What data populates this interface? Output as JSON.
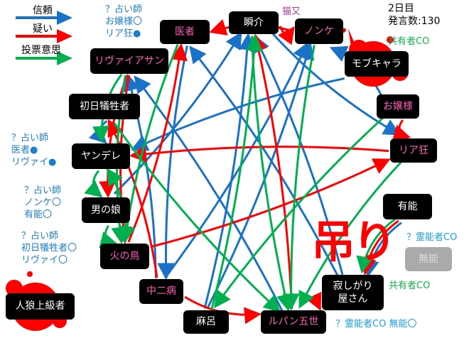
{
  "legend": [
    {
      "label": "信頼",
      "color": "#1a72c8"
    },
    {
      "label": "疑い",
      "color": "#ff0000"
    },
    {
      "label": "投票意思",
      "color": "#00b050"
    }
  ],
  "status": {
    "day": "2日目",
    "posts": "発言数:130"
  },
  "nodes": [
    {
      "id": "isha",
      "label": "医者",
      "style": "pink"
    },
    {
      "id": "shunsuke",
      "label": "瞬介",
      "style": "white"
    },
    {
      "id": "nonke",
      "label": "ノンケ",
      "style": "pink"
    },
    {
      "id": "leviathan",
      "label": "リヴァイアサン",
      "style": "pink"
    },
    {
      "id": "mob",
      "label": "モブキャラ",
      "style": "white"
    },
    {
      "id": "shonichi",
      "label": "初日犠牲者",
      "style": "white"
    },
    {
      "id": "ojou",
      "label": "お嬢様",
      "style": "pink"
    },
    {
      "id": "yandere",
      "label": "ヤンデレ",
      "style": "white"
    },
    {
      "id": "riakyou",
      "label": "リア狂",
      "style": "pink"
    },
    {
      "id": "otokonoko",
      "label": "男の娘",
      "style": "white"
    },
    {
      "id": "yuunou",
      "label": "有能",
      "style": "white"
    },
    {
      "id": "hinotori",
      "label": "火の鳥",
      "style": "pink"
    },
    {
      "id": "chuuni",
      "label": "中二病",
      "style": "pink"
    },
    {
      "id": "jinrou",
      "label": "人狼上級者",
      "style": "white"
    },
    {
      "id": "sabishi",
      "label": "寂しがり\n屋さん",
      "style": "white"
    },
    {
      "id": "munou",
      "label": "無能",
      "style": "gray"
    },
    {
      "id": "maro",
      "label": "麻呂",
      "style": "white"
    },
    {
      "id": "lupin",
      "label": "ルパン五世",
      "style": "pink"
    }
  ],
  "annotations": {
    "nekomata": "猫又",
    "uranai1": "？占い師\nお嬢様〇\nリア狂●",
    "uranai2": "？占い師\n医者●\nリヴァイ●",
    "uranai3": "？占い師\nノンケ〇\n有能〇",
    "uranai4": "？占い師\n初日犠牲者〇\nリヴァイ〇",
    "kyouyuu1": "共有者CO",
    "reinou1": "？霊能者CO",
    "kyouyuu2": "共有者CO",
    "reinou2": "？霊能者CO 無能〇",
    "hanged": "吊り"
  },
  "edges": [
    {
      "from": "yuunou",
      "to": "sabishi",
      "type": "trust"
    },
    {
      "from": "ojou",
      "to": "nonke",
      "type": "trust"
    },
    {
      "from": "maro",
      "to": "nonke",
      "type": "trust"
    },
    {
      "from": "chuuni",
      "to": "nonke",
      "type": "trust"
    },
    {
      "from": "sabishi",
      "to": "isha",
      "type": "trust"
    },
    {
      "from": "otokonoko",
      "to": "shunsuke",
      "type": "trust"
    },
    {
      "from": "lupin",
      "to": "leviathan",
      "type": "trust"
    },
    {
      "from": "maro",
      "to": "shunsuke",
      "type": "trust"
    },
    {
      "from": "shunsuke",
      "to": "riakyou",
      "type": "trust"
    },
    {
      "from": "chuuni",
      "to": "leviathan",
      "type": "trust"
    },
    {
      "from": "isha",
      "to": "chuuni",
      "type": "trust"
    },
    {
      "from": "mob",
      "to": "yandere",
      "type": "trust"
    },
    {
      "from": "shonichi",
      "to": "yandere",
      "type": "trust"
    },
    {
      "from": "sabishi",
      "to": "shunsuke",
      "type": "trust"
    },
    {
      "from": "shunsuke",
      "to": "nonke",
      "type": "doubt"
    },
    {
      "from": "nonke",
      "to": "isha",
      "type": "doubt"
    },
    {
      "from": "ojou",
      "to": "riakyou",
      "type": "doubt"
    },
    {
      "from": "riakyou",
      "to": "yandere",
      "type": "doubt"
    },
    {
      "from": "hinotori",
      "to": "isha",
      "type": "doubt"
    },
    {
      "from": "leviathan",
      "to": "otokonoko",
      "type": "doubt"
    },
    {
      "from": "leviathan",
      "to": "hinotori",
      "type": "doubt"
    },
    {
      "from": "chuuni",
      "to": "shonichi",
      "type": "doubt"
    },
    {
      "from": "yuunou",
      "to": "sabishi",
      "type": "doubt"
    },
    {
      "from": "sabishi",
      "to": "lupin",
      "type": "doubt"
    },
    {
      "from": "lupin",
      "to": "shunsuke",
      "type": "doubt"
    },
    {
      "from": "chuuni",
      "to": "lupin",
      "type": "doubt"
    },
    {
      "from": "hinotori",
      "to": "riakyou",
      "type": "doubt"
    },
    {
      "from": "leviathan",
      "to": "yandere",
      "type": "vote"
    },
    {
      "from": "yandere",
      "to": "otokonoko",
      "type": "vote"
    },
    {
      "from": "otokonoko",
      "to": "hinotori",
      "type": "vote"
    },
    {
      "from": "hinotori",
      "to": "yandere",
      "type": "vote"
    },
    {
      "from": "nonke",
      "to": "lupin",
      "type": "vote"
    },
    {
      "from": "shonichi",
      "to": "lupin",
      "type": "vote"
    },
    {
      "from": "yuunou",
      "to": "sabishi",
      "type": "vote"
    },
    {
      "from": "isha",
      "to": "hinotori",
      "type": "vote"
    },
    {
      "from": "riakyou",
      "to": "lupin",
      "type": "vote"
    },
    {
      "from": "shunsuke",
      "to": "lupin",
      "type": "vote"
    },
    {
      "from": "maro",
      "to": "shunsuke",
      "type": "vote"
    },
    {
      "from": "leviathan",
      "to": "hinotori",
      "type": "vote"
    },
    {
      "from": "ojou",
      "to": "maro",
      "type": "vote"
    }
  ]
}
